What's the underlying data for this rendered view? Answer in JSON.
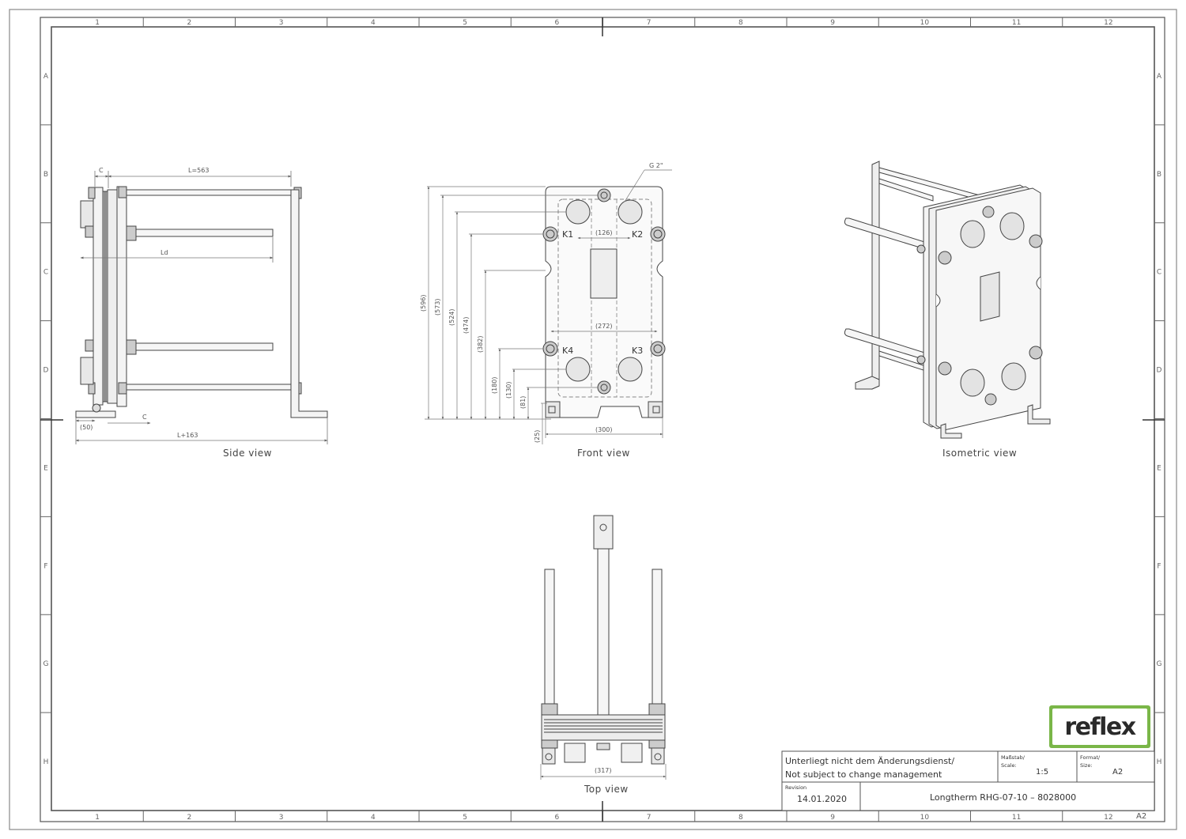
{
  "border": {
    "columns": [
      "1",
      "2",
      "3",
      "4",
      "5",
      "6",
      "7",
      "8",
      "9",
      "10",
      "11",
      "12"
    ],
    "rows": [
      "A",
      "B",
      "C",
      "D",
      "E",
      "F",
      "G",
      "H"
    ]
  },
  "views": {
    "side": {
      "title": "Side view",
      "dims": {
        "c_top": "C",
        "length_top": "L=563",
        "ld": "Ld",
        "c_bottom": "C",
        "offset": "(50)",
        "length_bottom": "L+163"
      }
    },
    "front": {
      "title": "Front view",
      "thread": "G 2\"",
      "ports": {
        "k1": "K1",
        "k2": "K2",
        "k3": "K3",
        "k4": "K4"
      },
      "dims": {
        "port_spacing": "(126)",
        "width_inner": "(272)",
        "width_outer": "(300)",
        "h596": "(596)",
        "h573": "(573)",
        "h524": "(524)",
        "h474": "(474)",
        "h382": "(382)",
        "h180": "(180)",
        "h130": "(130)",
        "h81": "(81)",
        "h25": "(25)"
      }
    },
    "isometric": {
      "title": "Isometric view"
    },
    "top": {
      "title": "Top view",
      "dims": {
        "width": "(317)"
      }
    }
  },
  "logo": {
    "text": "reflex",
    "color": "#7ab648"
  },
  "title_block": {
    "notice_de": "Unterliegt nicht dem Änderungsdienst/",
    "notice_en": "Not subject to change management",
    "scale_caption_1": "Maßstab/",
    "scale_caption_2": "Scale:",
    "scale_value": "1:5",
    "format_caption_1": "Format/",
    "format_caption_2": "Size:",
    "format_value": "A2",
    "revision_caption": "Revision",
    "revision_date": "14.01.2020",
    "drawing_title": "Longtherm RHG-07-10 – 8028000",
    "corner_label": "A2"
  }
}
